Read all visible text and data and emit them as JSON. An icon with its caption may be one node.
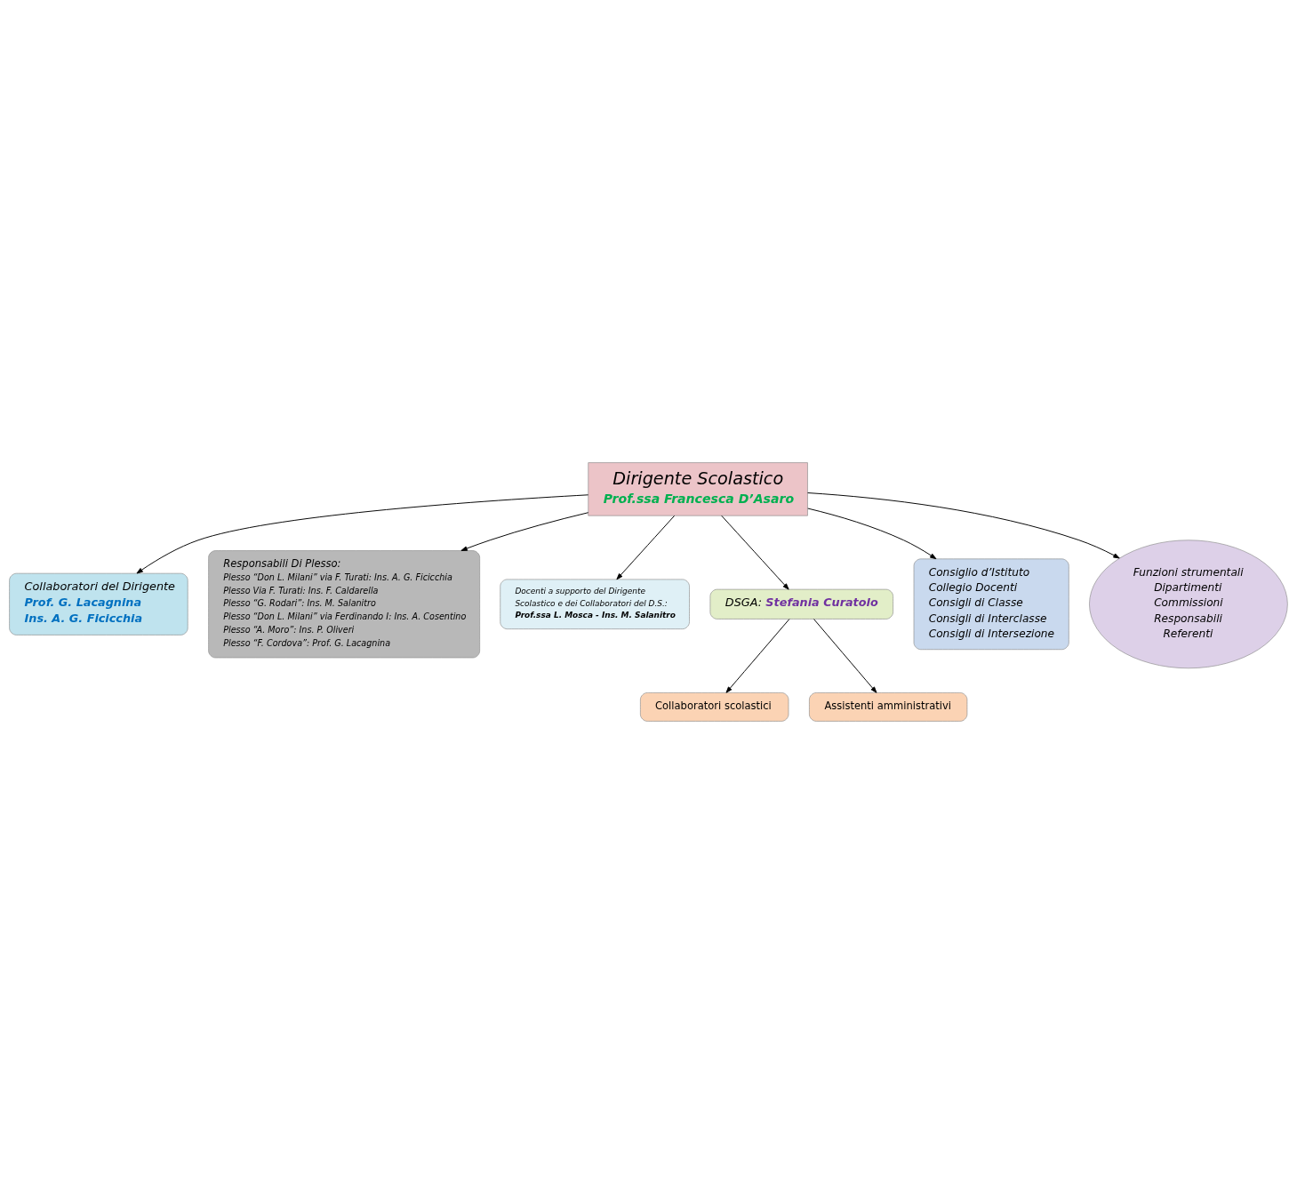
{
  "diagram": {
    "nodes": [
      {
        "text": [
          "Dirigente Scolastico",
          "Prof.ssa Francesca D’Asaro"
        ]
      },
      {
        "text": [
          "Collaboratori del Dirigente",
          "Prof. G. Lacagnina",
          "Ins. A. G. Ficicchia"
        ]
      },
      {
        "text": [
          "Responsabili Di Plesso:",
          "Plesso “Don L. Milani” via F. Turati: Ins. A. G. Ficicchia",
          "Plesso Via F. Turati: Ins. F. Caldarella",
          "Plesso “G. Rodari”: Ins. M. Salanitro",
          "Plesso “Don L. Milani” via Ferdinando I: Ins. A. Cosentino",
          "Plesso “A. Moro”: Ins. P. Oliveri",
          "Plesso “F. Cordova”: Prof. G. Lacagnina"
        ]
      },
      {
        "text": [
          "Docenti a supporto del Dirigente Scolastico e dei Collaboratori del D.S.:",
          "Prof.ssa L. Mosca - Ins. M. Salanitro"
        ]
      },
      {
        "text": [
          "DSGA:",
          "Stefania Curatolo"
        ]
      },
      {
        "text": [
          "Consiglio d’Istituto",
          "Collegio Docenti",
          "Consigli di Classe",
          "Consigli di Interclasse",
          "Consigli di Intersezione"
        ]
      },
      {
        "text": [
          "Collaboratori scolastici"
        ]
      },
      {
        "text": [
          "Assistenti amministrativi"
        ]
      },
      {
        "text": [
          "Funzioni strumentali",
          "Dipartimenti",
          "Commissioni",
          "Responsabili",
          "Referenti"
        ]
      }
    ],
    "edges": [
      {
        "from": 0,
        "to": 1,
        "arrow": "to"
      },
      {
        "from": 0,
        "to": 2,
        "arrow": "to"
      },
      {
        "from": 0,
        "to": 3,
        "arrow": "to"
      },
      {
        "from": 0,
        "to": 4,
        "arrow": "to"
      },
      {
        "from": 0,
        "to": 5,
        "arrow": "to"
      },
      {
        "from": 0,
        "to": 8,
        "arrow": "to"
      },
      {
        "from": 4,
        "to": 6,
        "arrow": "to"
      },
      {
        "from": 4,
        "to": 7,
        "arrow": "to"
      }
    ]
  }
}
